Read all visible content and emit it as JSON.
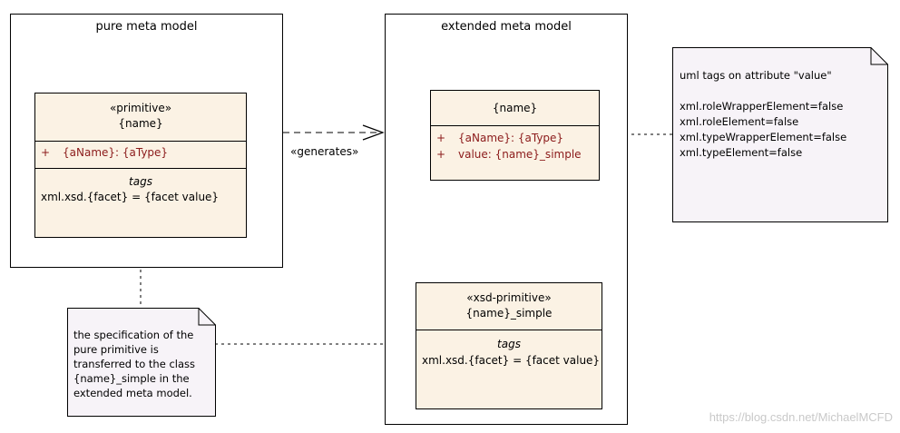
{
  "packages": {
    "pure": {
      "title": "pure meta model"
    },
    "extended": {
      "title": "extended meta model"
    }
  },
  "classes": {
    "primitive": {
      "stereotype": "«primitive»",
      "name": "{name}",
      "attributes": [
        {
          "visibility": "+",
          "text": "{aName}: {aType}"
        }
      ],
      "tags_heading": "tags",
      "tags": "xml.xsd.{facet} = {facet value}"
    },
    "extended_name": {
      "name": "{name}",
      "attributes": [
        {
          "visibility": "+",
          "text": "{aName}: {aType}"
        },
        {
          "visibility": "+",
          "text": "value: {name}_simple"
        }
      ]
    },
    "simple": {
      "stereotype": "«xsd-primitive»",
      "name": "{name}_simple",
      "tags_heading": "tags",
      "tags": "xml.xsd.{facet} = {facet value}"
    }
  },
  "relations": {
    "generates": {
      "label": "«generates»"
    }
  },
  "notes": {
    "spec_note": {
      "lines": [
        "the specification of the",
        "pure primitive is",
        "transferred to the class",
        "{name}_simple in the",
        "extended meta model."
      ]
    },
    "tags_note": {
      "lines": [
        "uml tags on attribute \"value\"",
        "",
        "xml.roleWrapperElement=false",
        "xml.roleElement=false",
        "xml.typeWrapperElement=false",
        "xml.typeElement=false"
      ]
    }
  },
  "colors": {
    "class_fill": "#fbf2e4",
    "note_fill": "#f7f3f8",
    "attribute_text": "#8b1a1a"
  },
  "watermark": "https://blog.csdn.net/MichaelMCFD"
}
